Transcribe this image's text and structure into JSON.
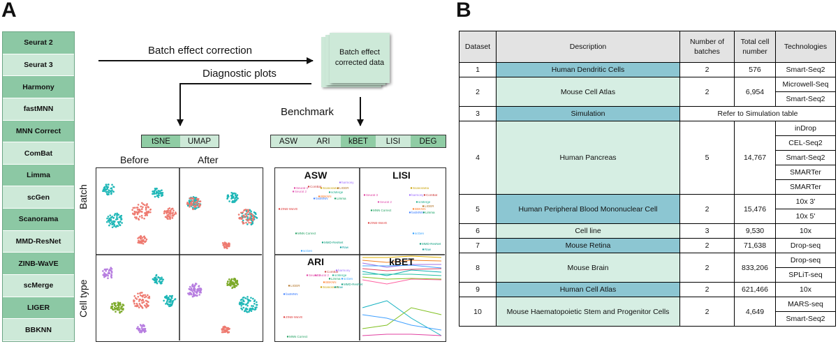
{
  "panel_a": {
    "letter": "A",
    "methods": [
      "Seurat 2",
      "Seurat 3",
      "Harmony",
      "fastMNN",
      "MNN Correct",
      "ComBat",
      "Limma",
      "scGen",
      "Scanorama",
      "MMD-ResNet",
      "ZINB-WaVE",
      "scMerge",
      "LIGER",
      "BBKNN"
    ],
    "batch_effect_correction": "Batch effect correction",
    "diagnostic_plots": "Diagnostic plots",
    "corrected_data": "Batch effect corrected data",
    "benchmark": "Benchmark",
    "diag_methods": [
      "tSNE",
      "UMAP"
    ],
    "benchmark_metrics": [
      "ASW",
      "ARI",
      "kBET",
      "LISI",
      "DEG"
    ],
    "before": "Before",
    "after": "After",
    "batch": "Batch",
    "cell_type": "Cell type",
    "metric_titles": [
      "ASW",
      "LISI",
      "ARI",
      "kBET"
    ],
    "plot_labels": [
      "Seurat 3",
      "Seurat 2",
      "ComBat",
      "Scanorama",
      "harmony",
      "LIGER",
      "scMerge",
      "BBKNN",
      "fastMNN",
      "Limma",
      "MNN Correct",
      "ZINB-WaVE",
      "scGen",
      "MMD-ResNet",
      "Raw"
    ]
  },
  "panel_b": {
    "letter": "B",
    "headers": [
      "Dataset",
      "Description",
      "Number of batches",
      "Total cell number",
      "Technologies"
    ],
    "rows": [
      {
        "id": "1",
        "desc": "Human Dendritic Cells",
        "batches": "2",
        "cells": "576",
        "tech": [
          "Smart-Seq2"
        ],
        "color": "blue"
      },
      {
        "id": "2",
        "desc": "Mouse Cell Atlas",
        "batches": "2",
        "cells": "6,954",
        "tech": [
          "Microwell-Seq",
          "Smart-Seq2"
        ],
        "color": "green"
      },
      {
        "id": "3",
        "desc": "Simulation",
        "span": "Refer to Simulation table",
        "tech": [],
        "color": "blue"
      },
      {
        "id": "4",
        "desc": "Human Pancreas",
        "batches": "5",
        "cells": "14,767",
        "tech": [
          "inDrop",
          "CEL-Seq2",
          "Smart-Seq2",
          "SMARTer",
          "SMARTer"
        ],
        "color": "green"
      },
      {
        "id": "5",
        "desc": "Human Peripheral Blood Mononuclear Cell",
        "batches": "2",
        "cells": "15,476",
        "tech": [
          "10x 3'",
          "10x 5'"
        ],
        "color": "blue"
      },
      {
        "id": "6",
        "desc": "Cell line",
        "batches": "3",
        "cells": "9,530",
        "tech": [
          "10x"
        ],
        "color": "green"
      },
      {
        "id": "7",
        "desc": "Mouse Retina",
        "batches": "2",
        "cells": "71,638",
        "tech": [
          "Drop-seq"
        ],
        "color": "blue"
      },
      {
        "id": "8",
        "desc": "Mouse Brain",
        "batches": "2",
        "cells": "833,206",
        "tech": [
          "Drop-seq",
          "SPLiT-seq"
        ],
        "color": "green"
      },
      {
        "id": "9",
        "desc": "Human Cell Atlas",
        "batches": "2",
        "cells": "621,466",
        "tech": [
          "10x"
        ],
        "color": "blue"
      },
      {
        "id": "10",
        "desc": "Mouse Haematopoietic Stem and Progenitor Cells",
        "batches": "2",
        "cells": "4,649",
        "tech": [
          "MARS-seq",
          "Smart-Seq2"
        ],
        "color": "green"
      }
    ]
  },
  "colors": {
    "dark_green": "#8cc8a4",
    "light_green": "#cde9d8",
    "blue": "#8cc6d2",
    "pale_green": "#d6eee3",
    "teal": "#1fb7b7",
    "salmon": "#ee7a70",
    "purple": "#b77ee0",
    "olive": "#7daa2a"
  }
}
